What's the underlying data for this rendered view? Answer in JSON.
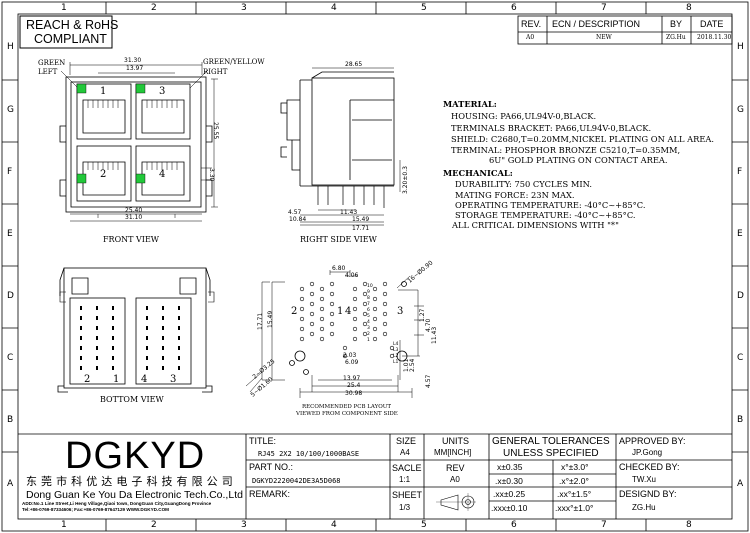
{
  "badge": {
    "line1": "REACH & RoHS",
    "line2": "COMPLIANT"
  },
  "zones": {
    "cols": [
      "1",
      "2",
      "3",
      "4",
      "5",
      "6",
      "7",
      "8"
    ],
    "rows": [
      "H",
      "G",
      "F",
      "E",
      "D",
      "C",
      "B",
      "A"
    ]
  },
  "revision": {
    "headers": {
      "rev": "REV.",
      "ecn": "ECN / DESCRIPTION",
      "by": "BY",
      "date": "DATE"
    },
    "row": {
      "rev": "A0",
      "ecn": "NEW",
      "by": "ZG.Hu",
      "date": "2018.11.30"
    }
  },
  "front_view": {
    "caption": "FRONT VIEW",
    "led_left": {
      "line1": "GREEN",
      "line2": "LEFT"
    },
    "led_right": {
      "line1": "GREEN/YELLOW",
      "line2": "RIGHT"
    },
    "ports": [
      "1",
      "3",
      "2",
      "4"
    ],
    "dims": {
      "top_outer": "31.30",
      "top_inner": "13.97",
      "height": "25.55",
      "small": "3.30",
      "bottom_inner": "25.40",
      "bottom_outer": "31.10"
    }
  },
  "side_view": {
    "caption": "RIGHT SIDE VIEW",
    "dims": {
      "depth": "28.65",
      "height": "3.20±0.3",
      "d1": "4.57",
      "d2": "11.43",
      "d3": "10.84",
      "d4": "15.49",
      "d5": "17.71"
    }
  },
  "bottom_view": {
    "caption": "BOTTOM VIEW",
    "ports": [
      "2",
      "1",
      "4",
      "3"
    ]
  },
  "pcb_layout": {
    "caption_line1": "RECOMMENDED PCB LAYOUT",
    "caption_line2": "VIEWED FROM COMPONENT SIDE",
    "ports": [
      "2",
      "1",
      "4",
      "3"
    ],
    "dims": {
      "top1": "6.80",
      "top2": "4.06",
      "diag": "16~Ø0.90",
      "left1": "17.71",
      "left2": "15.49",
      "mid1": "2.03",
      "mid2": "6.09",
      "hole": "2~Ø3.25",
      "peg": "5~Ø1.60",
      "b1": "13.97",
      "b2": "25.4",
      "b3": "30.98",
      "r1": "1.27",
      "r2": "4.70",
      "r3": "11.43",
      "r4": "1.01",
      "r5": "2.54",
      "r6": "4.57"
    },
    "pin_labels": [
      "10",
      "9",
      "8",
      "7",
      "6",
      "5",
      "4",
      "3",
      "2",
      "1",
      "L4",
      "L3",
      "L2",
      "L1"
    ]
  },
  "notes": {
    "material_title": "MATERIAL:",
    "material": [
      "HOUSING: PA66,UL94V-0,BLACK.",
      "TERMINALS BRACKET: PA66,UL94V-0,BLACK.",
      "SHIELD: C2680,T=0.20MM,NICKEL PLATING ON ALL AREA.",
      "TERMINAL: PHOSPHOR BRONZE C5210,T=0.35MM,",
      "6U\" GOLD PLATING ON CONTACT AREA."
    ],
    "mechanical_title": "MECHANICAL:",
    "mechanical": [
      "DURABILITY: 750 CYCLES MIN.",
      "MATING FORCE: 23N MAX.",
      "OPERATING TEMPERATURE:  -40°C~+85°C.",
      "STORAGE TEMPERATURE: -40°C~+85°C.",
      "ALL CRITICAL DIMENSIONS WITH \"*\""
    ]
  },
  "title_block": {
    "logo": "DGKYD",
    "company_cn": "东 莞 市 科 优 达 电 子 科 技 有 限 公 司",
    "company_en": "Dong Guan Ke You Da Electronic Tech.Co.,Ltd",
    "address": "ADD:No.1 Line Street,Li Heng Village,Qiaoi town, DongGuan City,GuangDong Province",
    "contact": "Tel:+86-0769-87334606; Fax:+86-0769-87647129 WWW.DGKYD.COM",
    "title_label": "TITLE:",
    "title_value": "RJ45 2X2 10/100/1000BASE",
    "part_label": "PART NO.:",
    "part_value": "DGKYD2220042DE3A5D068",
    "remark_label": "REMARK:",
    "size_label": "SIZE",
    "size_value": "A4",
    "units_label": "UNITS",
    "units_value": "MM[INCH]",
    "scale_label": "SACLE",
    "scale_value": "1:1",
    "rev_label": "REV",
    "rev_value": "A0",
    "sheet_label": "SHEET",
    "sheet_value": "1/3",
    "tol_title1": "GENERAL TOLERANCES",
    "tol_title2": "UNLESS SPECIFIED",
    "tolerances": [
      [
        "x±0.35",
        "x°±3.0°"
      ],
      [
        ".x±0.30",
        ".x°±2.0°"
      ],
      [
        ".xx±0.25",
        ".xx°±1.5°"
      ],
      [
        ".xxx±0.10",
        ".xxx°±1.0°"
      ]
    ],
    "approved_label": "APPROVED BY:",
    "approved_value": "JP.Gong",
    "checked_label": "CHECKED BY:",
    "checked_value": "TW.Xu",
    "designed_label": "DESIGND BY:",
    "designed_value": "ZG.Hu"
  }
}
